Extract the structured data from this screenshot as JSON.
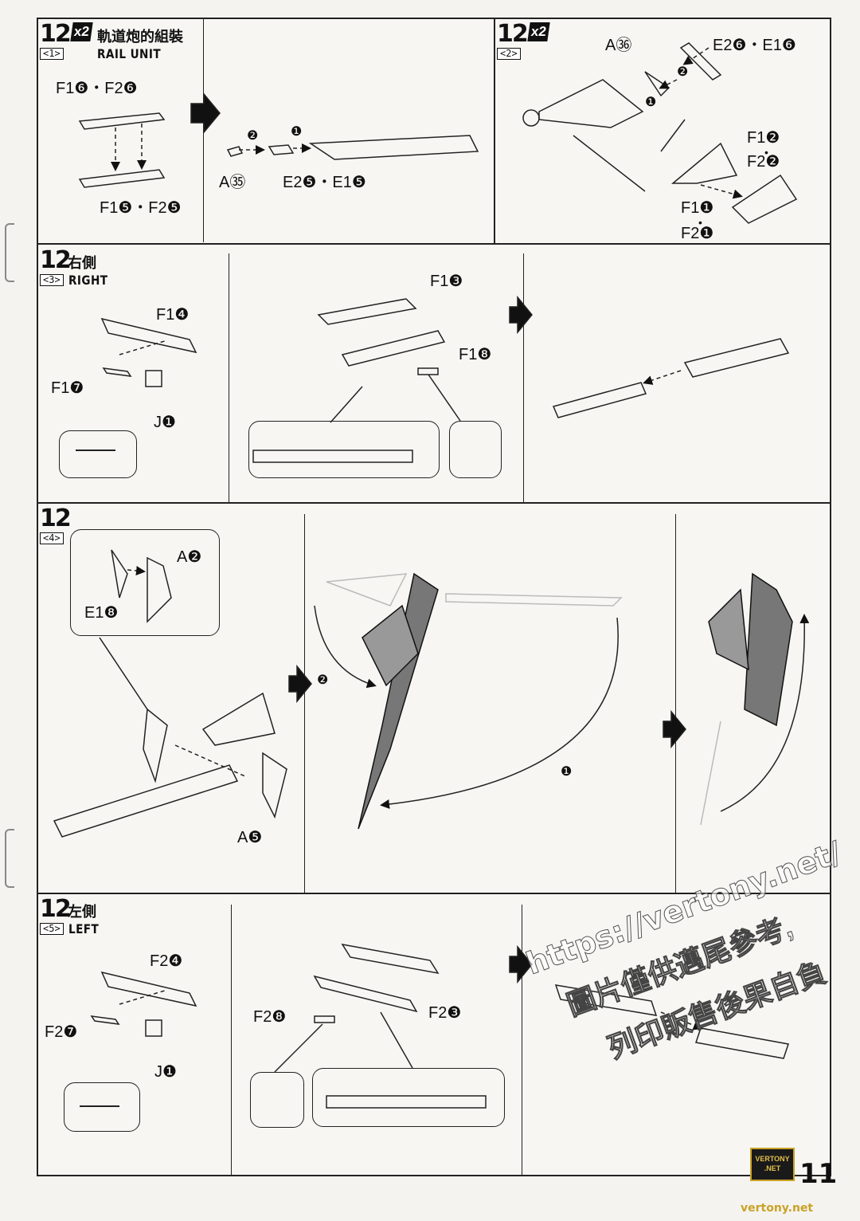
{
  "page": {
    "number": "11"
  },
  "steps": [
    {
      "num": "12",
      "sub": "<1>",
      "mult": "x2",
      "title_jp": "軌道炮的組裝",
      "title_en": "RAIL UNIT"
    },
    {
      "num": "12",
      "sub": "<2>",
      "mult": "x2"
    },
    {
      "num": "12",
      "sub": "<3>",
      "title_jp": "右側",
      "title_en": "RIGHT"
    },
    {
      "num": "12",
      "sub": "<4>"
    },
    {
      "num": "12",
      "sub": "<5>",
      "title_jp": "左側",
      "title_en": "LEFT"
    }
  ],
  "labels": {
    "s1": {
      "top": "F1❻・F2❻",
      "bottom": "F1❺・F2❺",
      "a": "A㉟",
      "e": "E2❺・E1❺",
      "n1": "❶",
      "n2": "❷"
    },
    "s2": {
      "a": "A㊱",
      "e": "E2❻・E1❻",
      "f12": "F1❷",
      "f22": "F2❷",
      "f11": "F1❶",
      "f21": "F2❶",
      "dot": "•",
      "n1": "❶",
      "n2": "❷"
    },
    "s3": {
      "f14": "F1❹",
      "f17": "F1❼",
      "j1": "J❶",
      "f13": "F1❸",
      "f18": "F1❽"
    },
    "s4": {
      "a2": "A❷",
      "e18": "E1❽",
      "a5": "A❺",
      "n1": "❶",
      "n2": "❷"
    },
    "s5": {
      "f24": "F2❹",
      "f27": "F2❼",
      "j1": "J❶",
      "f28": "F2❽",
      "f23": "F2❸"
    }
  },
  "watermark": {
    "line1": "https://vertony.net/",
    "line2": "圖片僅供邁尾參考,",
    "line3": "列印販售後果自負"
  },
  "logo": {
    "top": "VERTONY",
    "bottom": ".NET",
    "site": "vertony.net"
  }
}
